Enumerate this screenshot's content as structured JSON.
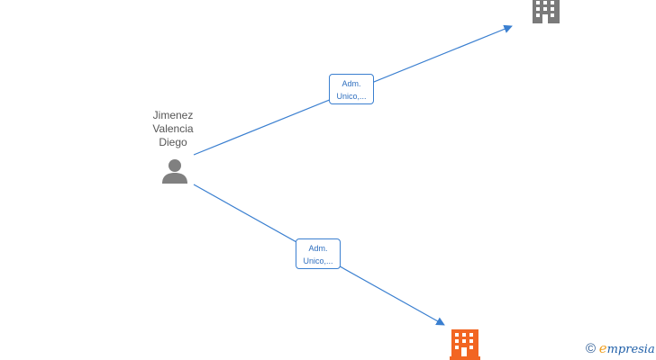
{
  "person": {
    "name_lines": [
      "Jimenez",
      "Valencia",
      "Diego"
    ]
  },
  "edges": [
    {
      "label_lines": [
        "Adm.",
        "Unico,..."
      ]
    },
    {
      "label_lines": [
        "Adm.",
        "Unico,..."
      ]
    }
  ],
  "colors": {
    "edge": "#3a7fd0",
    "person_icon": "#808080",
    "company_gray": "#7a7a7a",
    "company_orange": "#f26522"
  },
  "icons": {
    "person": "person-icon",
    "company": "building-icon"
  },
  "brand": {
    "copyright_symbol": "©",
    "first_letter": "e",
    "rest": "mpresia"
  }
}
